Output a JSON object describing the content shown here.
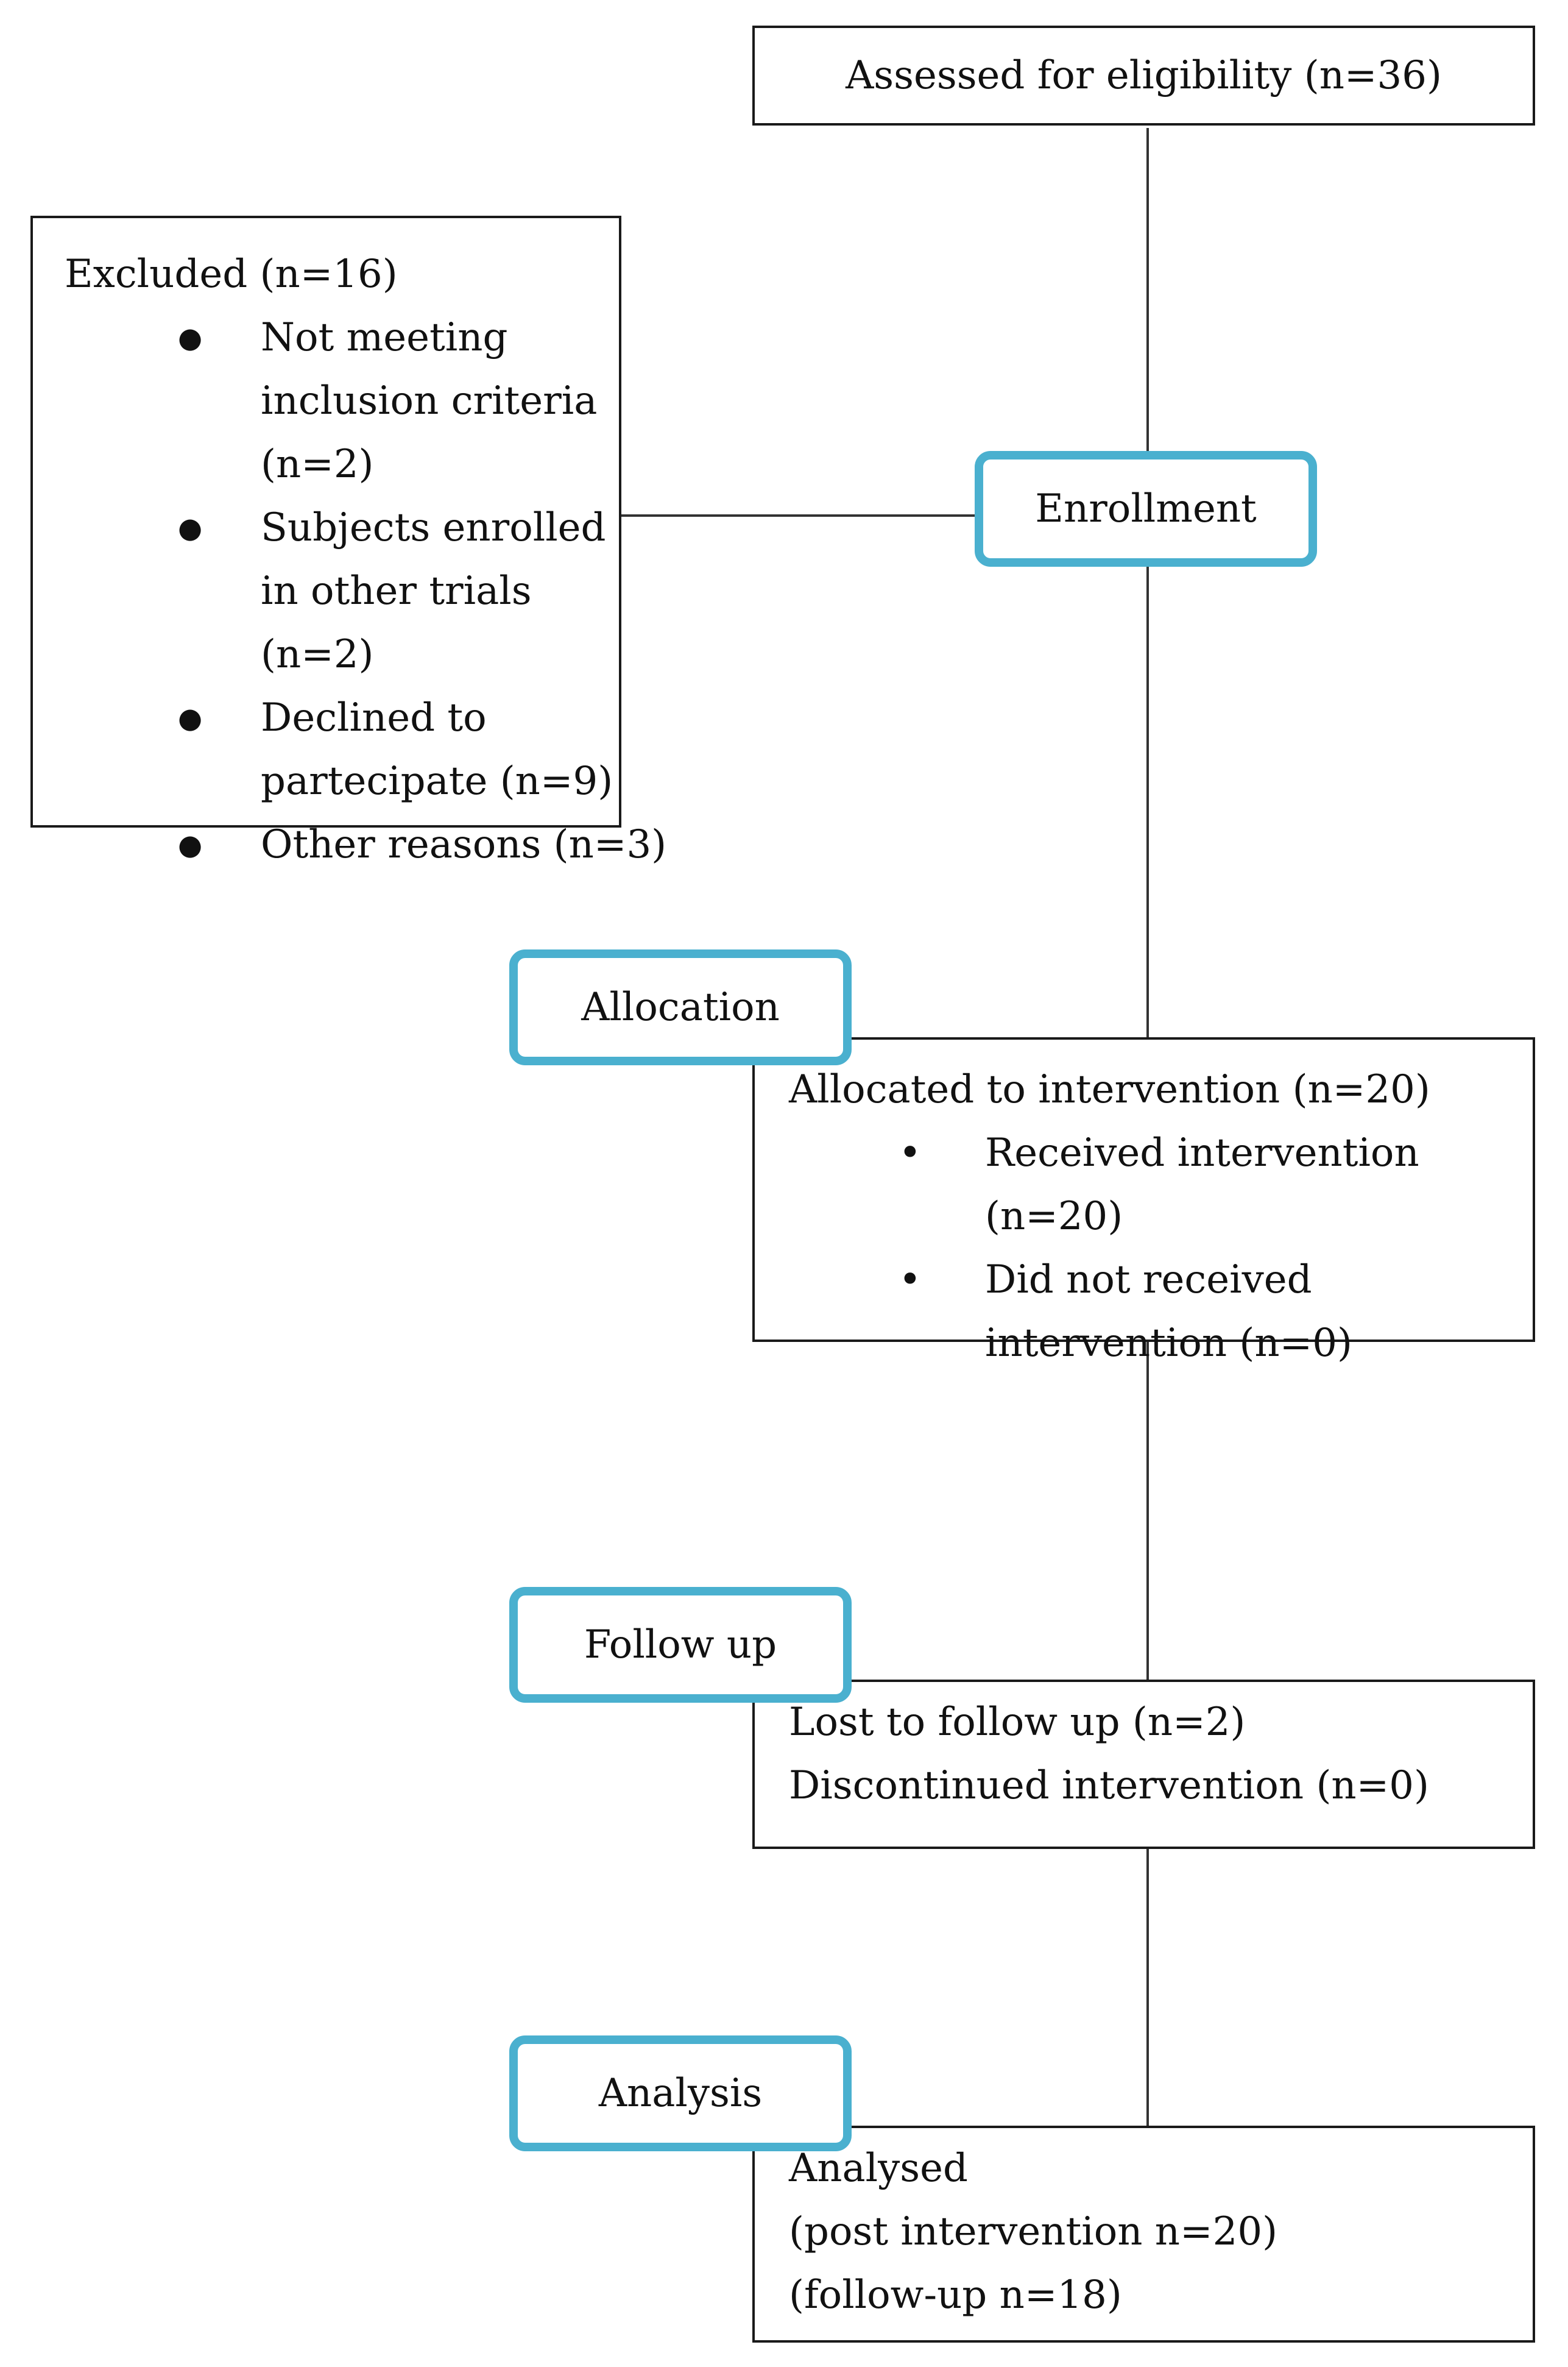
{
  "assessed": {
    "text": "Assessed for eligibility (n=36)"
  },
  "excluded": {
    "title": "Excluded (n=16)",
    "items": [
      "Not meeting inclusion criteria (n=2)",
      "Subjects enrolled in other trials (n=2)",
      "Declined to partecipate (n=9)",
      "Other reasons (n=3)"
    ]
  },
  "stages": {
    "enrollment": "Enrollment",
    "allocation": "Allocation",
    "follow_up": "Follow up",
    "analysis": "Analysis"
  },
  "allocated": {
    "title": "Allocated to intervention (n=20)",
    "items": [
      "Received intervention (n=20)",
      "Did not received intervention (n=0)"
    ]
  },
  "follow_up_box": {
    "lines": [
      "Lost to follow up (n=2)",
      "Discontinued intervention (n=0)"
    ]
  },
  "analysed": {
    "lines": [
      "Analysed",
      "(post intervention n=20)",
      "(follow-up n=18)"
    ]
  },
  "colors": {
    "stage_border": "#4ab0cf",
    "box_border": "#1a1a1a",
    "line": "#333333"
  }
}
